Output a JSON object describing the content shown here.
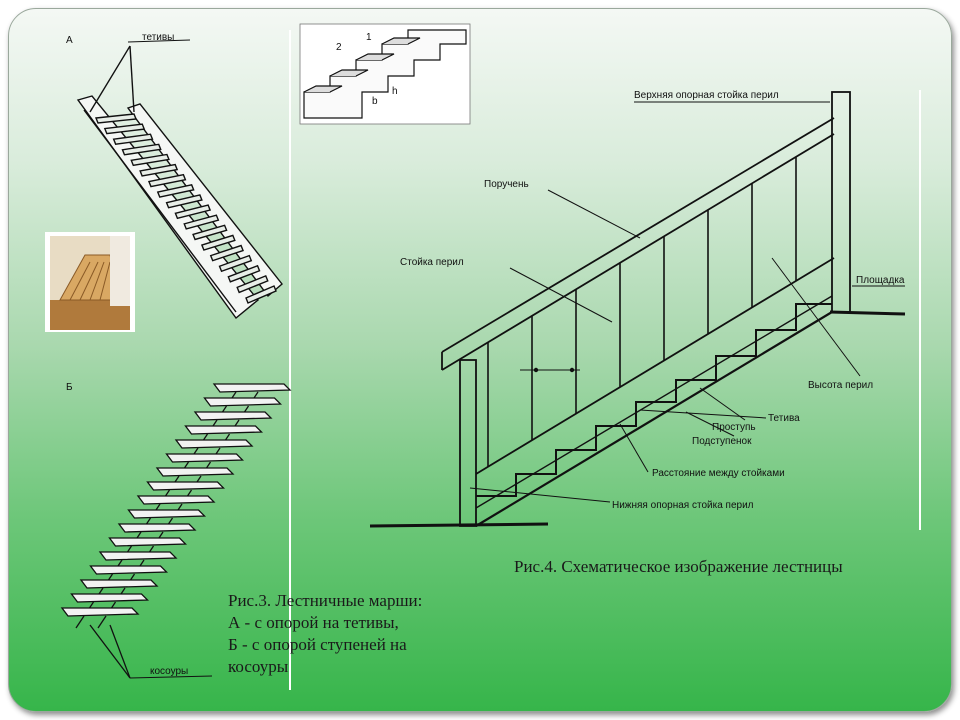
{
  "fig3": {
    "label_a": "А",
    "label_b": "Б",
    "stringers_label": "тетивы",
    "kosoury_label": "косоуры",
    "caption_line1": "Рис.3. Лестничные марши:",
    "caption_line2": "А - с опорой на тетивы,",
    "caption_line3": "Б - с опорой ступеней на",
    "caption_line4": "косоуры"
  },
  "inset": {
    "label_1": "1",
    "label_2": "2",
    "label_h": "h",
    "label_b": "b"
  },
  "fig4": {
    "caption": "Рис.4. Схематическое изображение лестницы",
    "labels": {
      "top_post": "Верхняя опорная стойка перил",
      "handrail": "Поручень",
      "baluster": "Стойка перил",
      "landing": "Площадка",
      "rail_height": "Высота перил",
      "string": "Тетива",
      "tread": "Проступь",
      "riser": "Подступенок",
      "spacing": "Расстояние между стойками",
      "bottom_post": "Нижняя опорная стойка перил"
    }
  },
  "colors": {
    "background_top": "#f4f8f4",
    "background_bottom": "#36b54a",
    "line": "#111111"
  }
}
